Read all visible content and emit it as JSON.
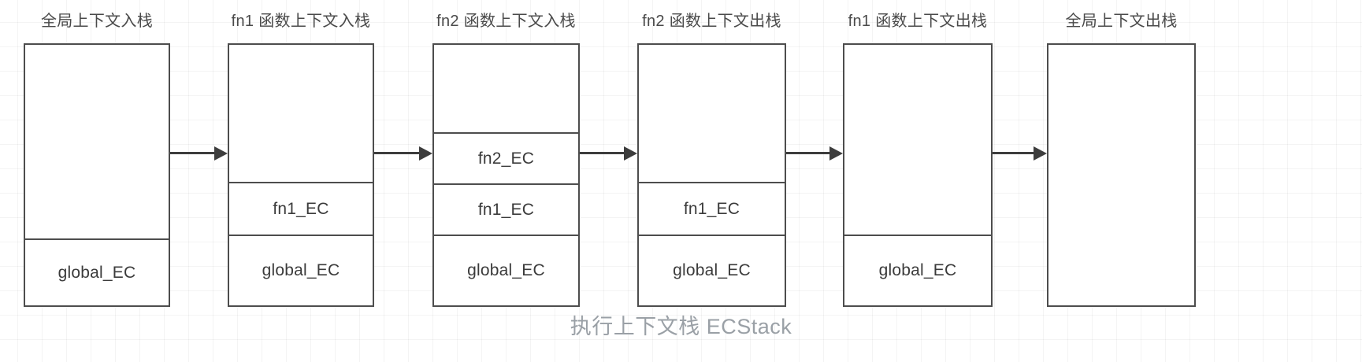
{
  "caption": "执行上下文栈 ECStack",
  "colors": {
    "box_border": "#4d4d4d",
    "arrow": "#3d3d3d",
    "header_text": "#4a4a4a",
    "frame_text": "#3b3b3b",
    "caption_text": "#9aa0a6",
    "background": "#ffffff",
    "grid_line": "rgba(0,0,0,0.045)"
  },
  "columns": [
    {
      "id": "global-push",
      "header": "全局上下文入栈",
      "frames": [
        {
          "label": "global_EC",
          "height": 85
        }
      ]
    },
    {
      "id": "fn1-push",
      "header": "fn1 函数上下文入栈",
      "frames": [
        {
          "label": "fn1_EC",
          "height": 67
        },
        {
          "label": "global_EC",
          "height": 90
        }
      ]
    },
    {
      "id": "fn2-push",
      "header": "fn2 函数上下文入栈",
      "frames": [
        {
          "label": "fn2_EC",
          "height": 65
        },
        {
          "label": "fn1_EC",
          "height": 65
        },
        {
          "label": "global_EC",
          "height": 90
        }
      ]
    },
    {
      "id": "fn2-pop",
      "header": "fn2 函数上下文出栈",
      "frames": [
        {
          "label": "fn1_EC",
          "height": 67
        },
        {
          "label": "global_EC",
          "height": 90
        }
      ]
    },
    {
      "id": "fn1-pop",
      "header": "fn1 函数上下文出栈",
      "frames": [
        {
          "label": "global_EC",
          "height": 90
        }
      ]
    },
    {
      "id": "global-pop",
      "header": "全局上下文出栈",
      "frames": []
    }
  ],
  "arrows": [
    {
      "id": "arrow-1",
      "from": "global-push",
      "to": "fn1-push"
    },
    {
      "id": "arrow-2",
      "from": "fn1-push",
      "to": "fn2-push"
    },
    {
      "id": "arrow-3",
      "from": "fn2-push",
      "to": "fn2-pop"
    },
    {
      "id": "arrow-4",
      "from": "fn2-pop",
      "to": "fn1-pop"
    },
    {
      "id": "arrow-5",
      "from": "fn1-pop",
      "to": "global-pop"
    }
  ]
}
